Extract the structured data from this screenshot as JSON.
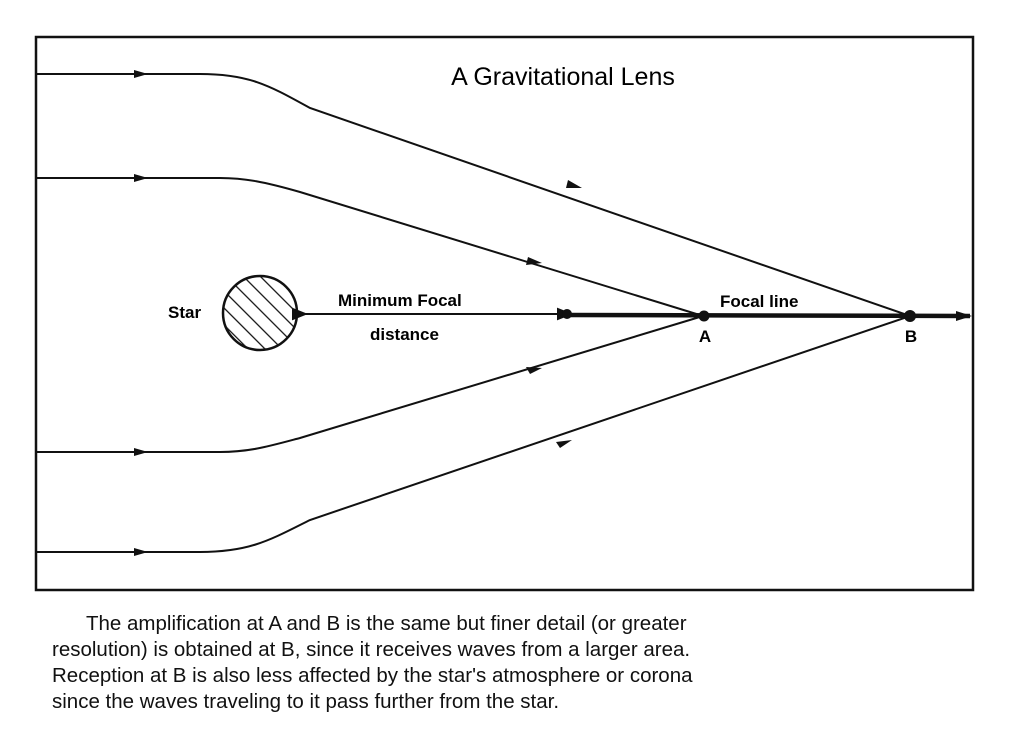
{
  "title": "A Gravitational Lens",
  "labels": {
    "star": "Star",
    "min_focal_1": "Minimum Focal",
    "min_focal_2": "distance",
    "focal_line": "Focal line",
    "point_a": "A",
    "point_b": "B"
  },
  "caption": [
    "The amplification at A and B is the same but finer detail (or greater",
    "resolution) is obtained at B, since it receives waves from a larger area.",
    "Reception at B is also less affected by the star's atmosphere or corona",
    "since the waves traveling to it pass further from the star."
  ]
}
